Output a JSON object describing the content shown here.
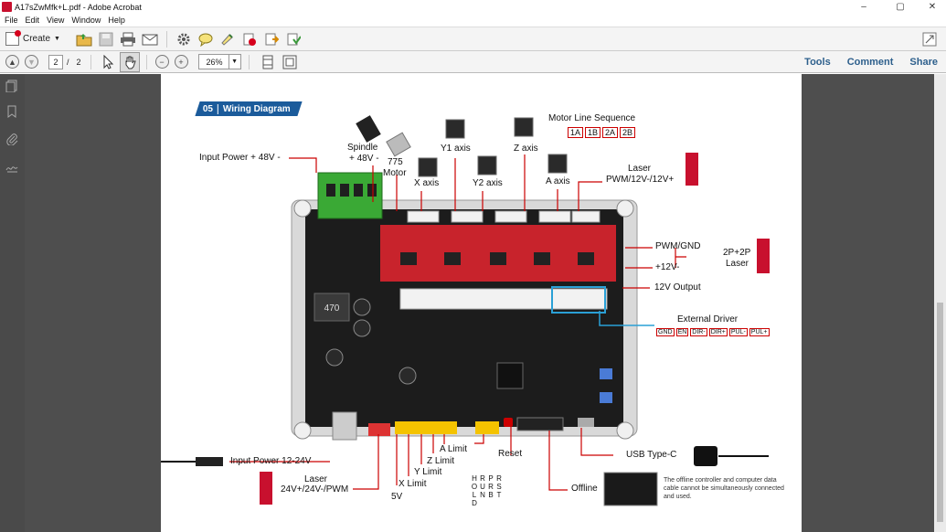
{
  "window": {
    "title": "A17sZwMfk+L.pdf - Adobe Acrobat",
    "minimize": "–",
    "maximize": "▢",
    "close": "✕"
  },
  "menu": [
    "File",
    "Edit",
    "View",
    "Window",
    "Help"
  ],
  "toolbar": {
    "create_label": "Create"
  },
  "nav": {
    "current_page": "2",
    "separator": "/",
    "total_pages": "2",
    "zoom": "26%"
  },
  "right_tabs": {
    "tools": "Tools",
    "comment": "Comment",
    "share": "Share"
  },
  "document": {
    "section_number": "05",
    "section_title": "Wiring Diagram",
    "motor_line_sequence": "Motor Line Sequence",
    "sequence": [
      "1A",
      "1B",
      "2A",
      "2B"
    ],
    "labels": {
      "input_power_48": "Input Power + 48V -",
      "spindle": "Spindle",
      "spindle_voltage": "+ 48V -",
      "motor_775": "775",
      "motor_label": "Motor",
      "x_axis": "X axis",
      "y1_axis": "Y1 axis",
      "y2_axis": "Y2 axis",
      "z_axis": "Z axis",
      "a_axis": "A axis",
      "laser": "Laser",
      "laser_pwm": "PWM/12V-/12V+",
      "pwm_gnd": "PWM/GND",
      "plus_12v": "+12V-",
      "laser_2p2p": "2P+2P",
      "laser_2p2p_2": "Laser",
      "output_12v": "12V Output",
      "external_driver": "External Driver",
      "input_power_12_24": "Input Power 12-24V",
      "laser_bottom": "Laser",
      "laser_bottom_voltage": "24V+/24V-/PWM",
      "five_v": "5V",
      "x_limit": "X Limit",
      "y_limit": "Y Limit",
      "z_limit": "Z Limit",
      "a_limit": "A Limit",
      "reset": "Reset",
      "offline": "Offline",
      "usb_typec": "USB Type-C",
      "hold": "HOLD",
      "run": "RUN",
      "prb": "PRB",
      "rst": "RST",
      "chip_470": "470",
      "note": "The offline controller and computer data cable cannot be simultaneously connected and used."
    },
    "external_driver_pins": [
      "GND",
      "EN",
      "DIR-",
      "DIR+",
      "PUL-",
      "PUL+"
    ]
  },
  "colors": {
    "accent": "#1b5b9b",
    "red": "#c8102e",
    "board": "#1a1a1a",
    "frame": "#d8d8d8",
    "green_terminal": "#3aa935"
  }
}
